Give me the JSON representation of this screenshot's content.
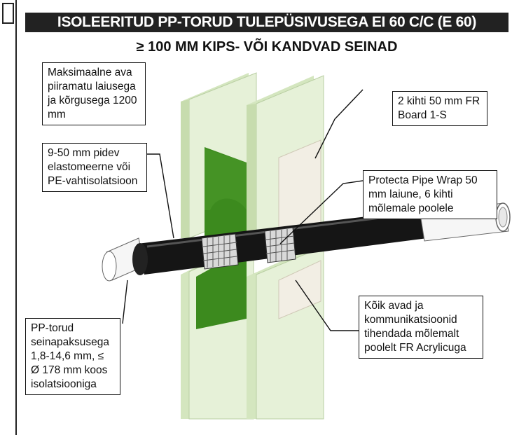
{
  "title": "ISOLEERITUD PP-TORUD TULEPÜSIVUSEGA  EI 60 C/C (E 60)",
  "subtitle": "≥ 100 MM KIPS- VÕI KANDVAD SEINAD",
  "labels": {
    "max_opening": "Maksimaalne ava piiramatu laiusega ja kõrgusega 1200 mm",
    "fr_board": "2 kihti 50 mm FR Board 1-S",
    "insulation": "9-50 mm pidev elastomeerne või PE-vahtisolatsioon",
    "pipe_wrap": "Protecta Pipe Wrap 50 mm laiune, 6 kihti mõlemale poolele",
    "pp_pipes": "PP-torud seinapaksusega 1,8-14,6 mm, ≤ Ø 178 mm koos isolatsiooniga",
    "sealing": "Kõik avad ja kommunikatsioonid tihendada mõlemalt poolelt FR Acrylicuga"
  },
  "colors": {
    "board": "#e6f1d8",
    "board_edge": "#c9dcb4",
    "mineral_wool": "#3c8a1e",
    "pipe_insulation": "#151515",
    "fire_board": "#f0ece2"
  }
}
